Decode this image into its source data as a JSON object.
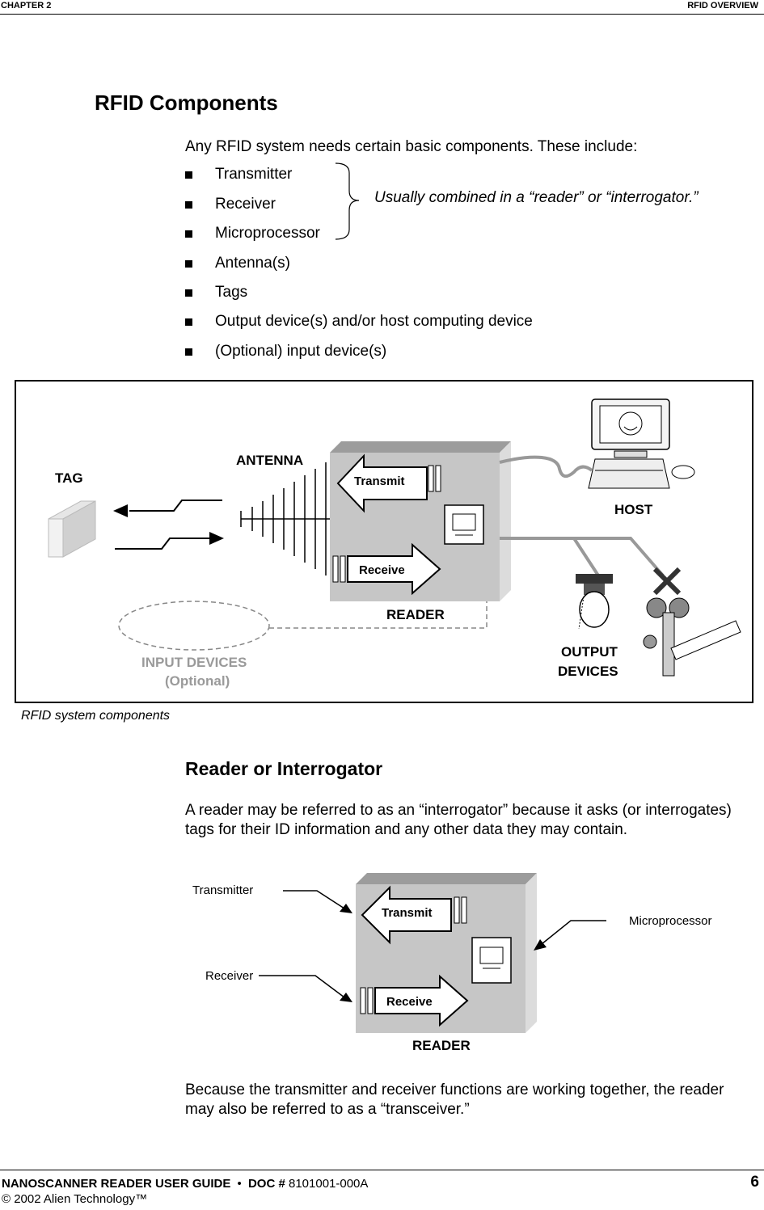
{
  "header": {
    "left": "CHAPTER 2",
    "right": "RFID OVERVIEW"
  },
  "section": {
    "title": "RFID Components",
    "intro": "Any RFID system needs certain basic components. These include:",
    "bullets": [
      "Transmitter",
      "Receiver",
      "Microprocessor",
      "Antenna(s)",
      "Tags",
      "Output device(s) and/or host computing device",
      "(Optional) input device(s)"
    ],
    "brace_note": "Usually combined in a “reader” or “interrogator.”"
  },
  "figure1": {
    "labels": {
      "tag": "TAG",
      "antenna": "ANTENNA",
      "transmit": "Transmit",
      "receive": "Receive",
      "reader": "READER",
      "host": "HOST",
      "input_line1": "INPUT DEVICES",
      "input_line2": "(Optional)",
      "output_line1": "OUTPUT",
      "output_line2": "DEVICES"
    },
    "caption": "RFID system components"
  },
  "subsection": {
    "title": "Reader or Interrogator",
    "para1": "A reader may be referred to as an “interrogator” because it asks (or interrogates) tags for their ID information and any other data they may contain.",
    "para2": "Because the transmitter and receiver functions are working together, the reader may also be referred to as a “transceiver.”"
  },
  "figure2": {
    "labels": {
      "transmitter": "Transmitter",
      "receiver": "Receiver",
      "microprocessor": "Microprocessor",
      "transmit": "Transmit",
      "receive": "Receive",
      "reader": "READER"
    }
  },
  "footer": {
    "guide": "NANOSCANNER READER USER GUIDE",
    "bullet": "•",
    "doc_label": "DOC #",
    "doc_number": "8101001-000A",
    "page": "6",
    "copyright": "© 2002 Alien Technology™"
  },
  "colors": {
    "gray_text": "#9a9a9a",
    "reader_box": "#c8c8c8",
    "reader_top": "#a0a0a0"
  }
}
